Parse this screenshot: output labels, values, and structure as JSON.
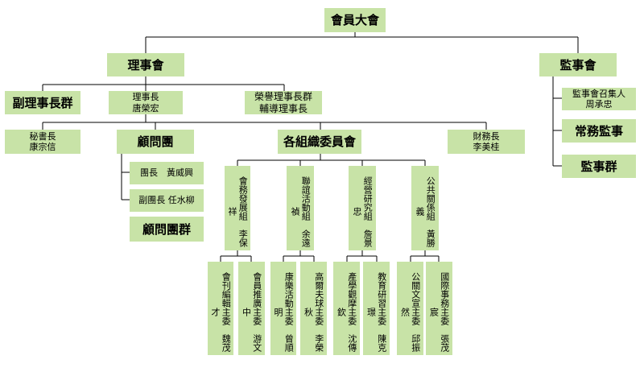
{
  "general_assembly": "會員大會",
  "board": "理事會",
  "supervisory_board": "監事會",
  "vice_chairs": "副理事長群",
  "chairman": {
    "title": "理事長",
    "name": "唐榮宏"
  },
  "honorary": {
    "line1": "榮譽理事長群",
    "line2": "輔導理事長"
  },
  "secretary": {
    "title": "秘書長",
    "name": "康宗信"
  },
  "advisory": "顧問團",
  "committees": "各組織委員會",
  "treasurer": {
    "title": "財務長",
    "name": "李美桂"
  },
  "advisory_leader": "團長　黃威興",
  "advisory_deputy": "副團長 任水柳",
  "advisory_group": "顧問團群",
  "supervisor_convener": {
    "line1": "監事會召集人",
    "line2": "周承忠"
  },
  "standing_supervisor": "常務監事",
  "supervisors": "監事群",
  "groups": [
    {
      "label": "會務發展組　李保祥",
      "members": [
        "會刊編輯主委　魏茂才",
        "會員推廣主委　游文中"
      ]
    },
    {
      "label": "聯誼活動組　余遠禎",
      "members": [
        "康樂活動主委　曾順明",
        "高爾夫球主委　李榮秋"
      ]
    },
    {
      "label": "經營研究組　詹景忠",
      "members": [
        "產學觀摩主委　沈傳欽",
        "教育研習主委　陳克璟"
      ]
    },
    {
      "label": "公共關係組　黃勝義",
      "members": [
        "公關文宣主委　邱振然",
        "國際事務主委　張茂宸"
      ]
    }
  ]
}
